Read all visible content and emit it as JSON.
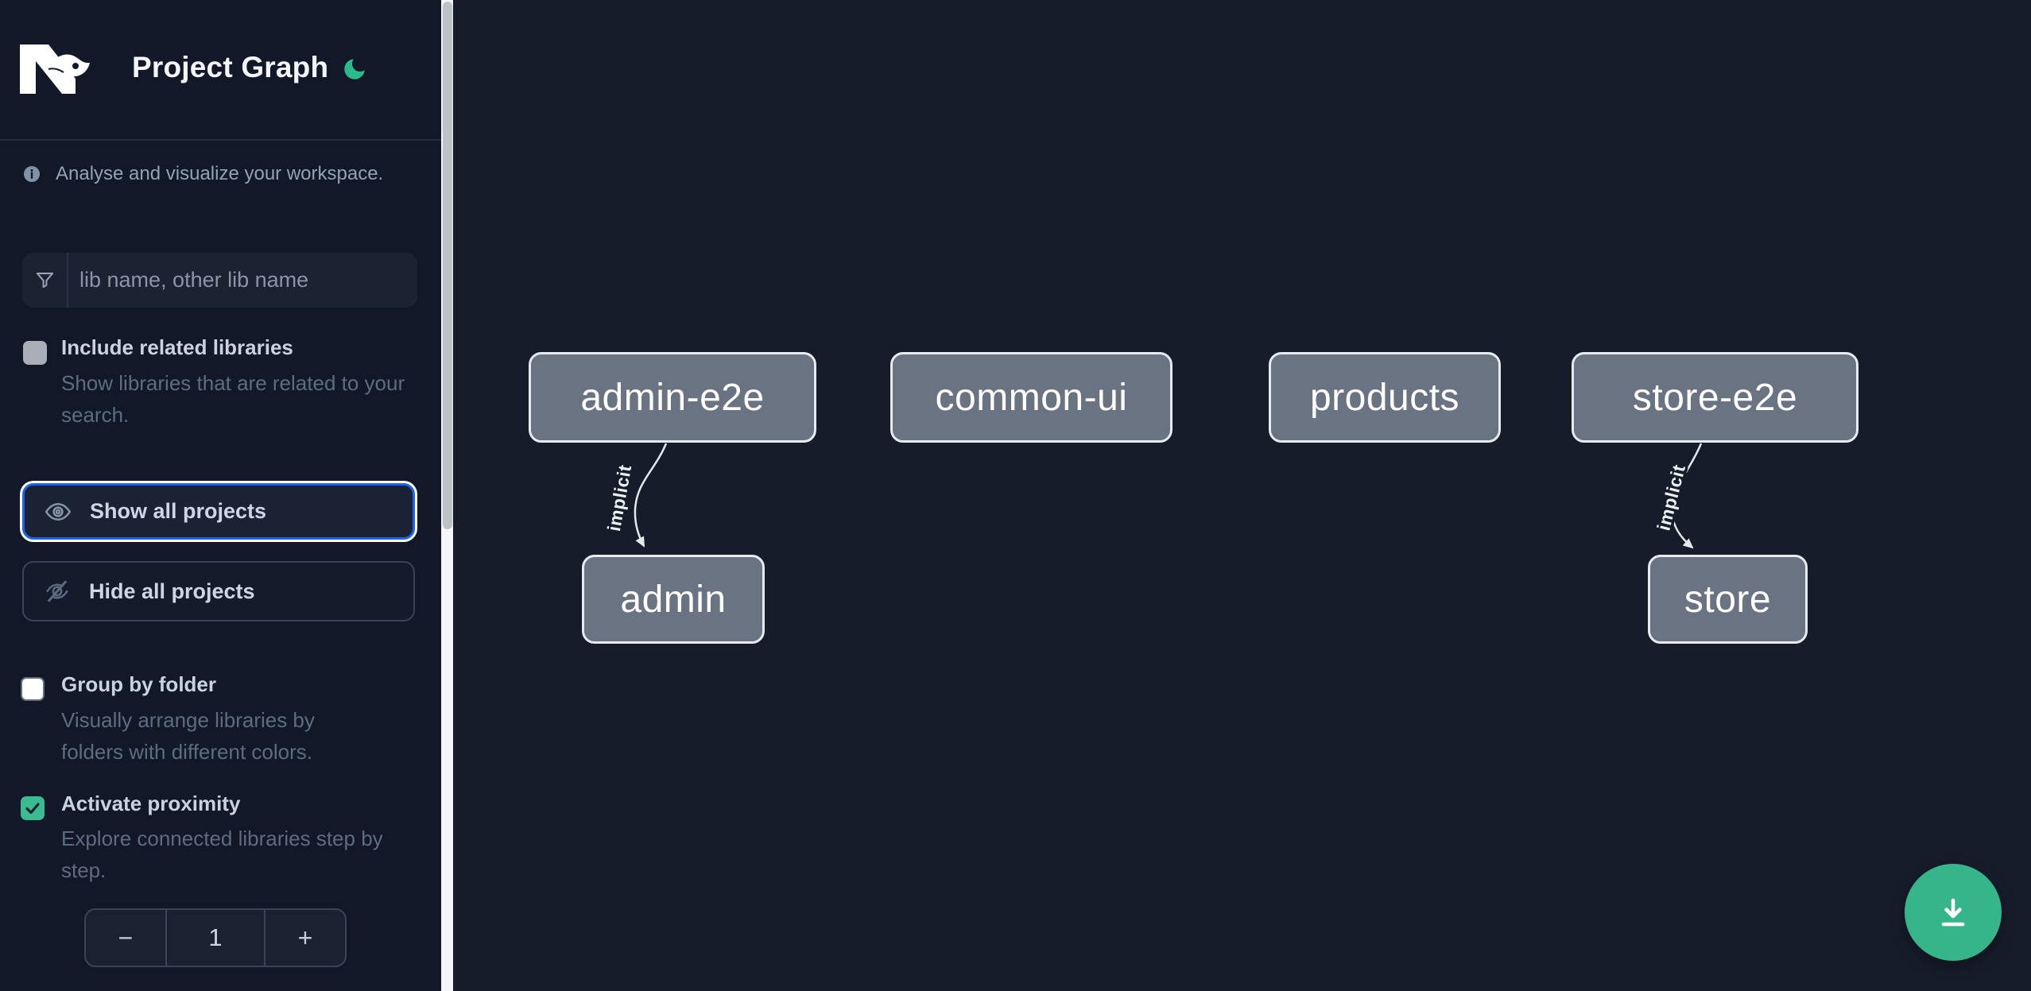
{
  "header": {
    "title": "Project Graph"
  },
  "sidebar": {
    "tagline": "Analyse and visualize your workspace.",
    "search": {
      "placeholder": "lib name, other lib name",
      "value": ""
    },
    "include_related": {
      "label": "Include related libraries",
      "description": "Show libraries that are related to your search.",
      "checked": false
    },
    "buttons": {
      "show_all": "Show all projects",
      "hide_all": "Hide all projects"
    },
    "group_by_folder": {
      "label": "Group by folder",
      "description": "Visually arrange libraries by folders with different colors.",
      "checked": false
    },
    "proximity": {
      "label": "Activate proximity",
      "description": "Explore connected libraries step by step.",
      "checked": true
    },
    "stepper": {
      "decrement": "−",
      "value": "1",
      "increment": "+"
    }
  },
  "graph": {
    "nodes": [
      {
        "label": "admin-e2e"
      },
      {
        "label": "common-ui"
      },
      {
        "label": "products"
      },
      {
        "label": "store-e2e"
      },
      {
        "label": "admin"
      },
      {
        "label": "store"
      }
    ],
    "edges": [
      {
        "from": "admin-e2e",
        "to": "admin",
        "label": "implicit"
      },
      {
        "from": "store-e2e",
        "to": "store",
        "label": "implicit"
      }
    ]
  },
  "fab": {
    "action": "download"
  },
  "colors": {
    "sidebar_bg": "#121827",
    "canvas_bg": "#171c2b",
    "accent_blue": "#1d63ed",
    "brand_green": "#37b58a",
    "node_fill": "#6a7382",
    "node_border": "#e7ebef"
  }
}
